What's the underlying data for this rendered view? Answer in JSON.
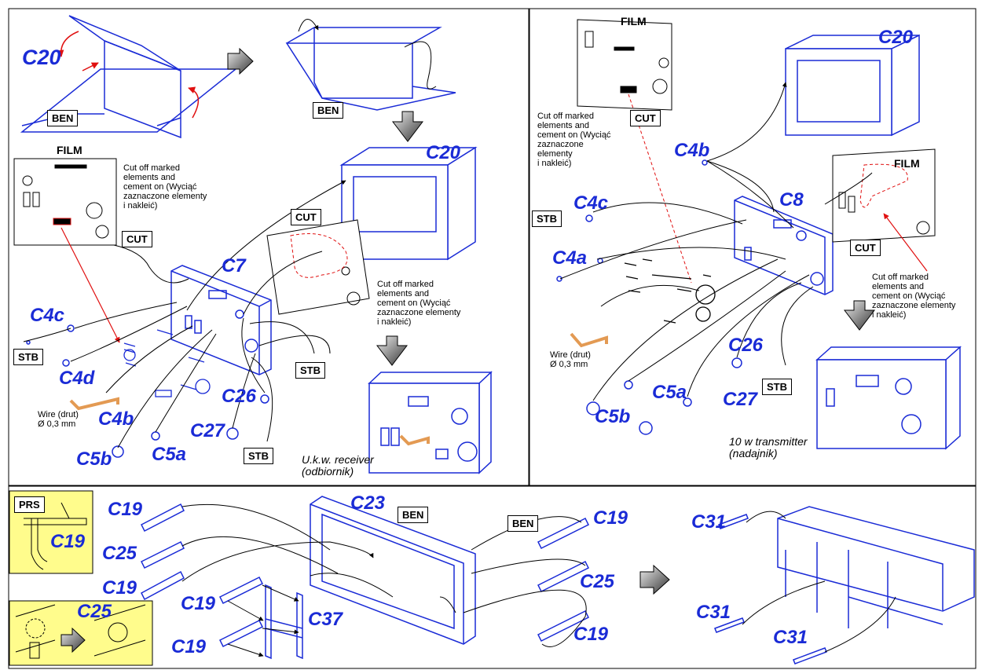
{
  "labels": {
    "tl_c20a": "C20",
    "tl_c20b": "C20",
    "tl_c7": "C7",
    "tl_c4c": "C4c",
    "tl_c4d": "C4d",
    "tl_c4b": "C4b",
    "tl_c26": "C26",
    "tl_c27": "C27",
    "tl_c5a": "C5a",
    "tl_c5b": "C5b",
    "tr_c20": "C20",
    "tr_c4b": "C4b",
    "tr_c4c": "C4c",
    "tr_c8": "C8",
    "tr_c4a": "C4a",
    "tr_c26": "C26",
    "tr_c27": "C27",
    "tr_c5a": "C5a",
    "tr_c5b": "C5b",
    "b_c19_1": "C19",
    "b_c25_1": "C25",
    "b_c19_2": "C19",
    "b_c19_3": "C19",
    "b_c19_4": "C19",
    "b_c23": "C23",
    "b_c37": "C37",
    "b_c19_5": "C19",
    "b_c25_2": "C25",
    "b_c19_6": "C19",
    "b_c31_1": "C31",
    "b_c31_2": "C31",
    "b_c31_3": "C31",
    "hint_c19": "C19",
    "hint_c25": "C25"
  },
  "boxes": {
    "ben1": "BEN",
    "ben2": "BEN",
    "cut1": "CUT",
    "cut2": "CUT",
    "cut3": "CUT",
    "cut4": "CUT",
    "stb1": "STB",
    "stb2": "STB",
    "stb3": "STB",
    "stb4": "STB",
    "stb5": "STB",
    "ben3": "BEN",
    "ben4": "BEN",
    "prs": "PRS"
  },
  "film": {
    "f1": "FILM",
    "f2": "FILM",
    "f3": "FILM"
  },
  "notes": {
    "n1": [
      "Cut off marked",
      "elements and",
      "cement on (Wyciąć",
      "zaznaczone elementy",
      "i nakleić)"
    ],
    "n2": [
      "Cut off marked",
      "elements and",
      "cement on (Wyciąć",
      "zaznaczone elementy",
      "i nakleić)"
    ],
    "n3": [
      "Cut off marked",
      "elements and",
      "cement on (Wyciąć",
      "zaznaczone",
      "elementy",
      "i nakleić)"
    ],
    "n4": [
      "Cut off marked",
      "elements and",
      "cement on (Wyciąć",
      "zaznaczone elementy",
      "i nakleić)"
    ],
    "wire1": [
      "Wire (drut)",
      "Ø 0,3 mm"
    ],
    "wire2": [
      "Wire (drut)",
      "Ø 0,3 mm"
    ]
  },
  "captions": {
    "receiver": [
      "U.k.w. receiver",
      "(odbiornik)"
    ],
    "transmitter": [
      "10 w transmitter",
      "(nadajnik)"
    ]
  }
}
